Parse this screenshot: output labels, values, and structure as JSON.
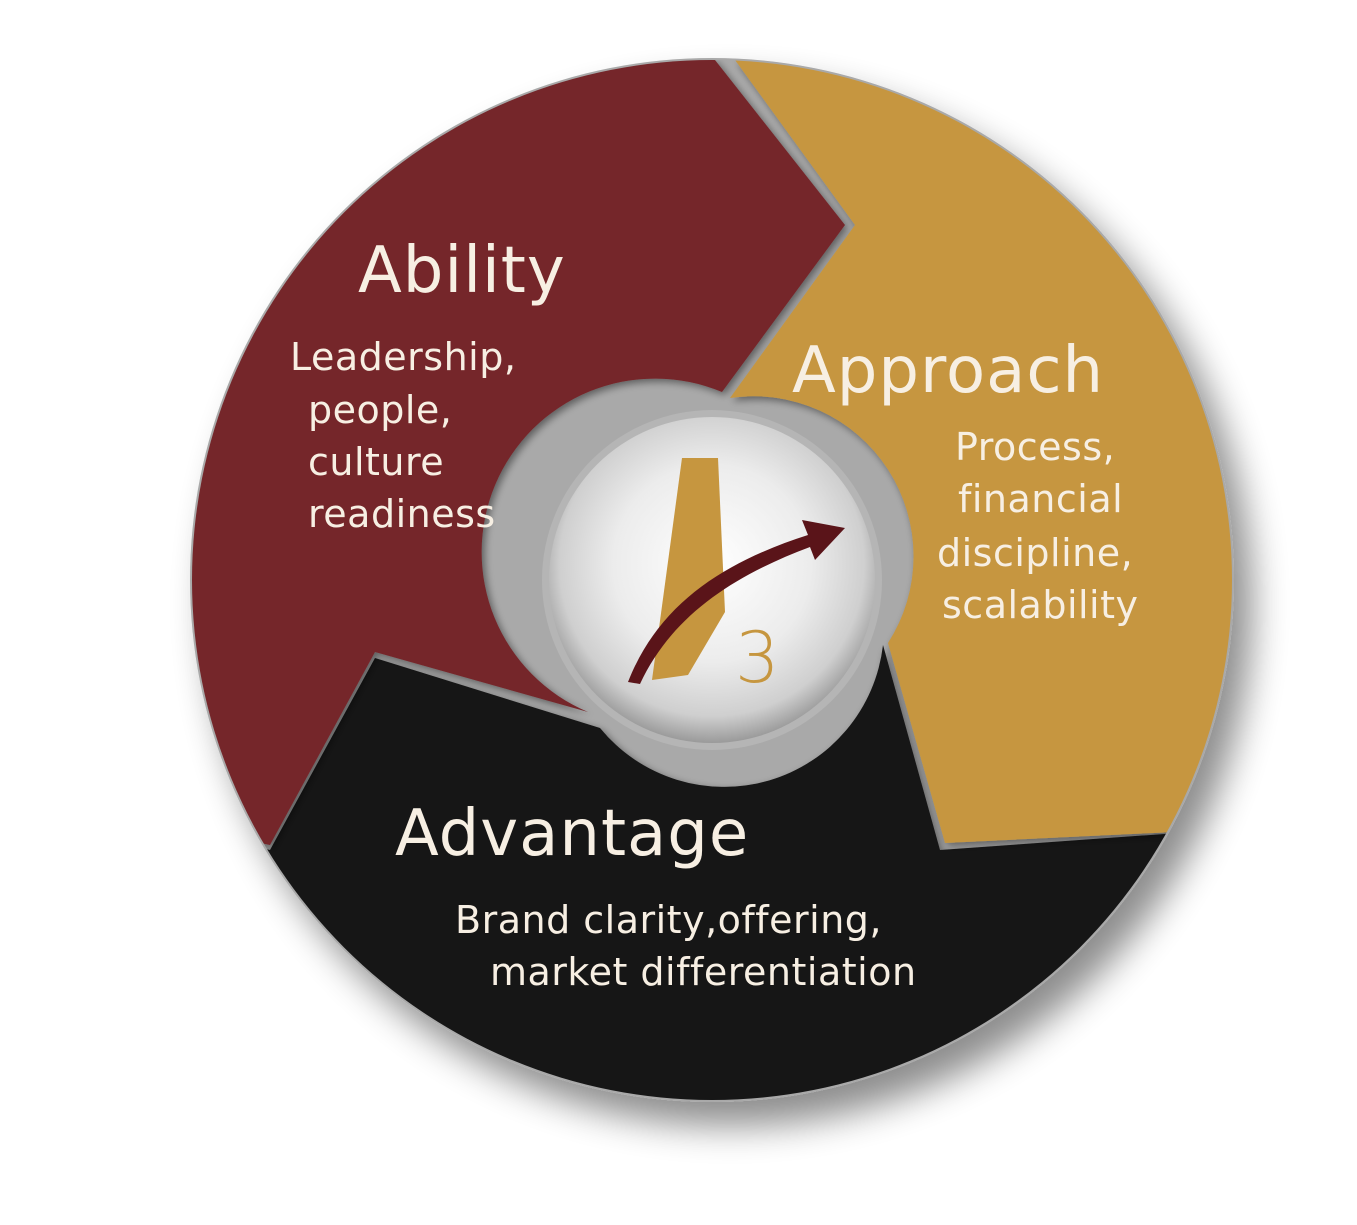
{
  "colors": {
    "ability": "#74262a",
    "approach": "#c6963f",
    "advantage": "#141414",
    "hub": "#e6e6e6",
    "text": "#f7efe3",
    "logo_gold": "#c6963f",
    "logo_arrow": "#5a1419"
  },
  "segments": {
    "ability": {
      "title": "Ability",
      "lines": [
        "Leadership,",
        "people,",
        "culture",
        "readiness"
      ]
    },
    "approach": {
      "title": "Approach",
      "lines": [
        "Process,",
        "financial",
        "discipline,",
        "scalability"
      ]
    },
    "advantage": {
      "title": "Advantage",
      "lines": [
        "Brand clarity,offering,",
        "market differentiation"
      ]
    }
  },
  "logo": {
    "letter": "A",
    "superscript": "3",
    "icon": "a3-arrow-logo-icon"
  }
}
